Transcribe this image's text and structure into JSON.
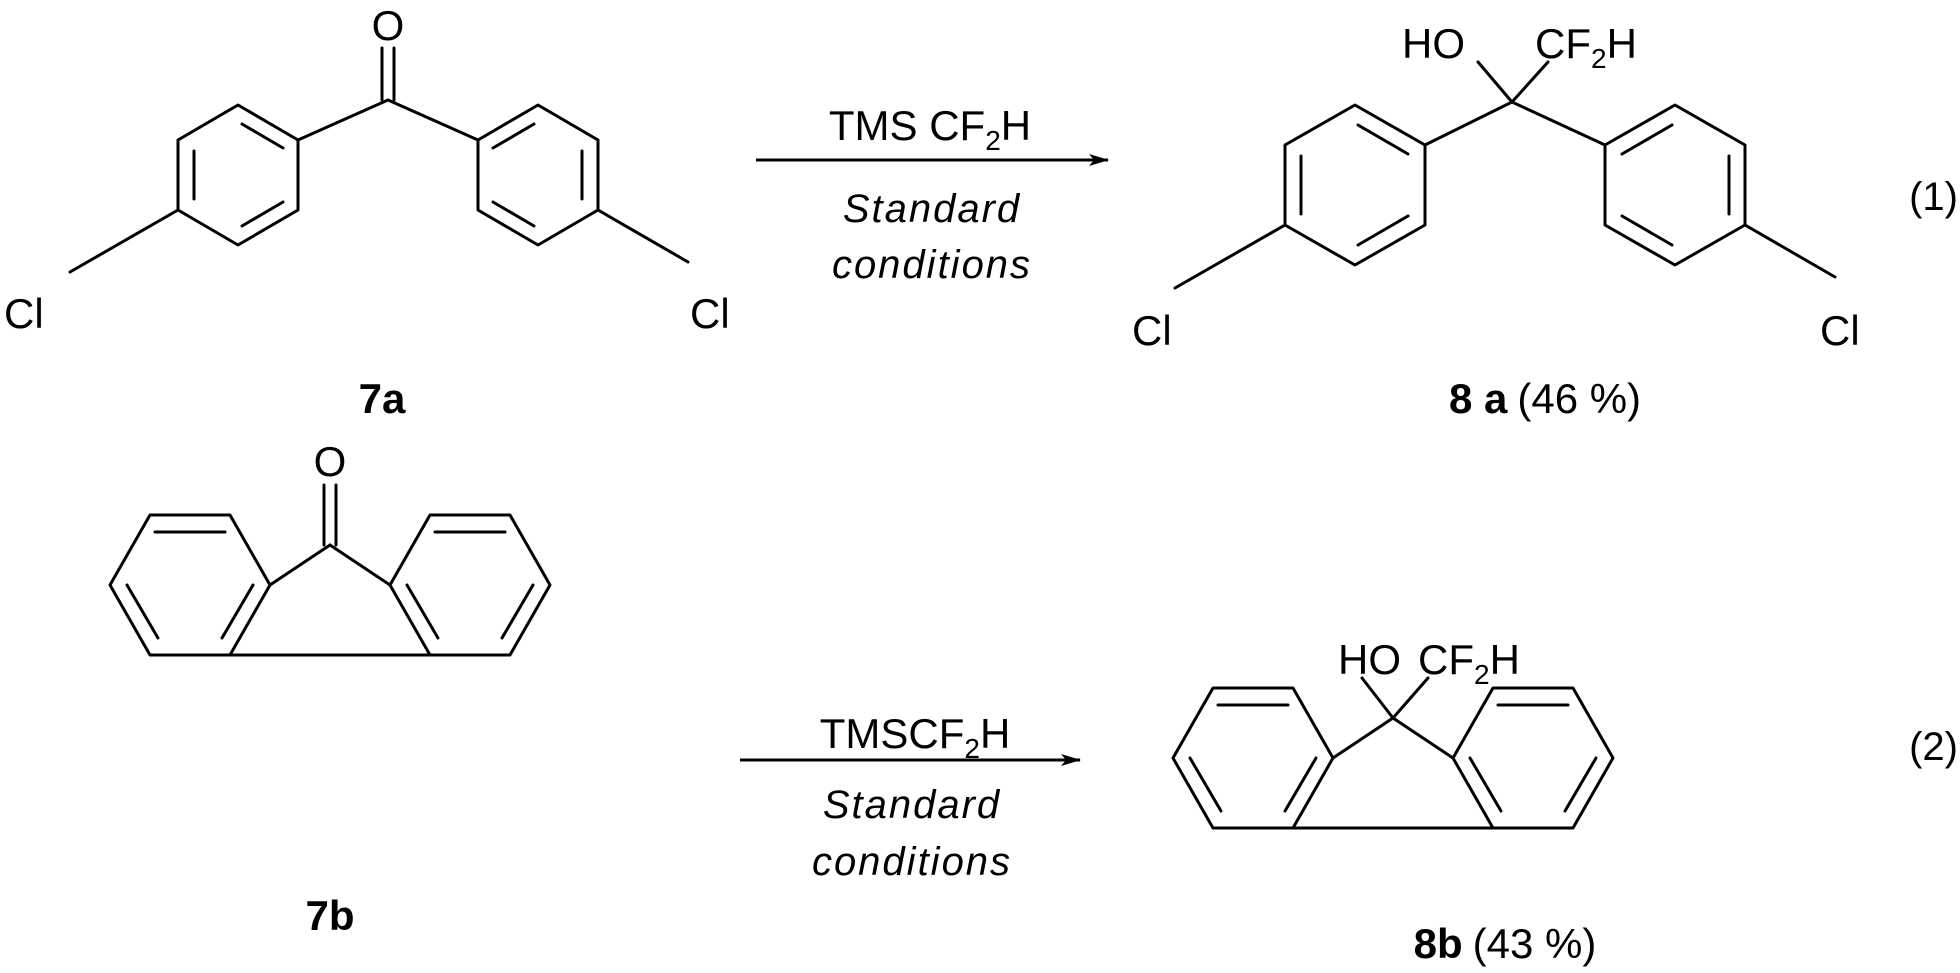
{
  "reaction1": {
    "reactant": {
      "label": "7a",
      "atoms": {
        "oxygen": "O",
        "cl_left": "Cl",
        "cl_right": "Cl"
      }
    },
    "arrow": {
      "reagent": {
        "pre": "TMS CF",
        "sub": "2",
        "post": "H"
      },
      "conditions_line1": "Standard",
      "conditions_line2": "conditions"
    },
    "product": {
      "label": "8 a",
      "yield": "(46 %)",
      "atoms": {
        "hydroxyl": "HO",
        "cf2h_pre": "CF",
        "cf2h_sub": "2",
        "cf2h_post": "H",
        "cl_left": "Cl",
        "cl_right": "Cl"
      }
    },
    "equation_number": "(1)"
  },
  "reaction2": {
    "reactant": {
      "label": "7b",
      "atoms": {
        "oxygen": "O"
      }
    },
    "arrow": {
      "reagent": {
        "pre": "TMSCF",
        "sub": "2",
        "post": "H"
      },
      "conditions_line1": "Standard",
      "conditions_line2": "conditions"
    },
    "product": {
      "label": "8b",
      "yield": "(43 %)",
      "atoms": {
        "hydroxyl": "HO",
        "cf2h_pre": "CF",
        "cf2h_sub": "2",
        "cf2h_post": "H"
      }
    },
    "equation_number": "(2)"
  }
}
